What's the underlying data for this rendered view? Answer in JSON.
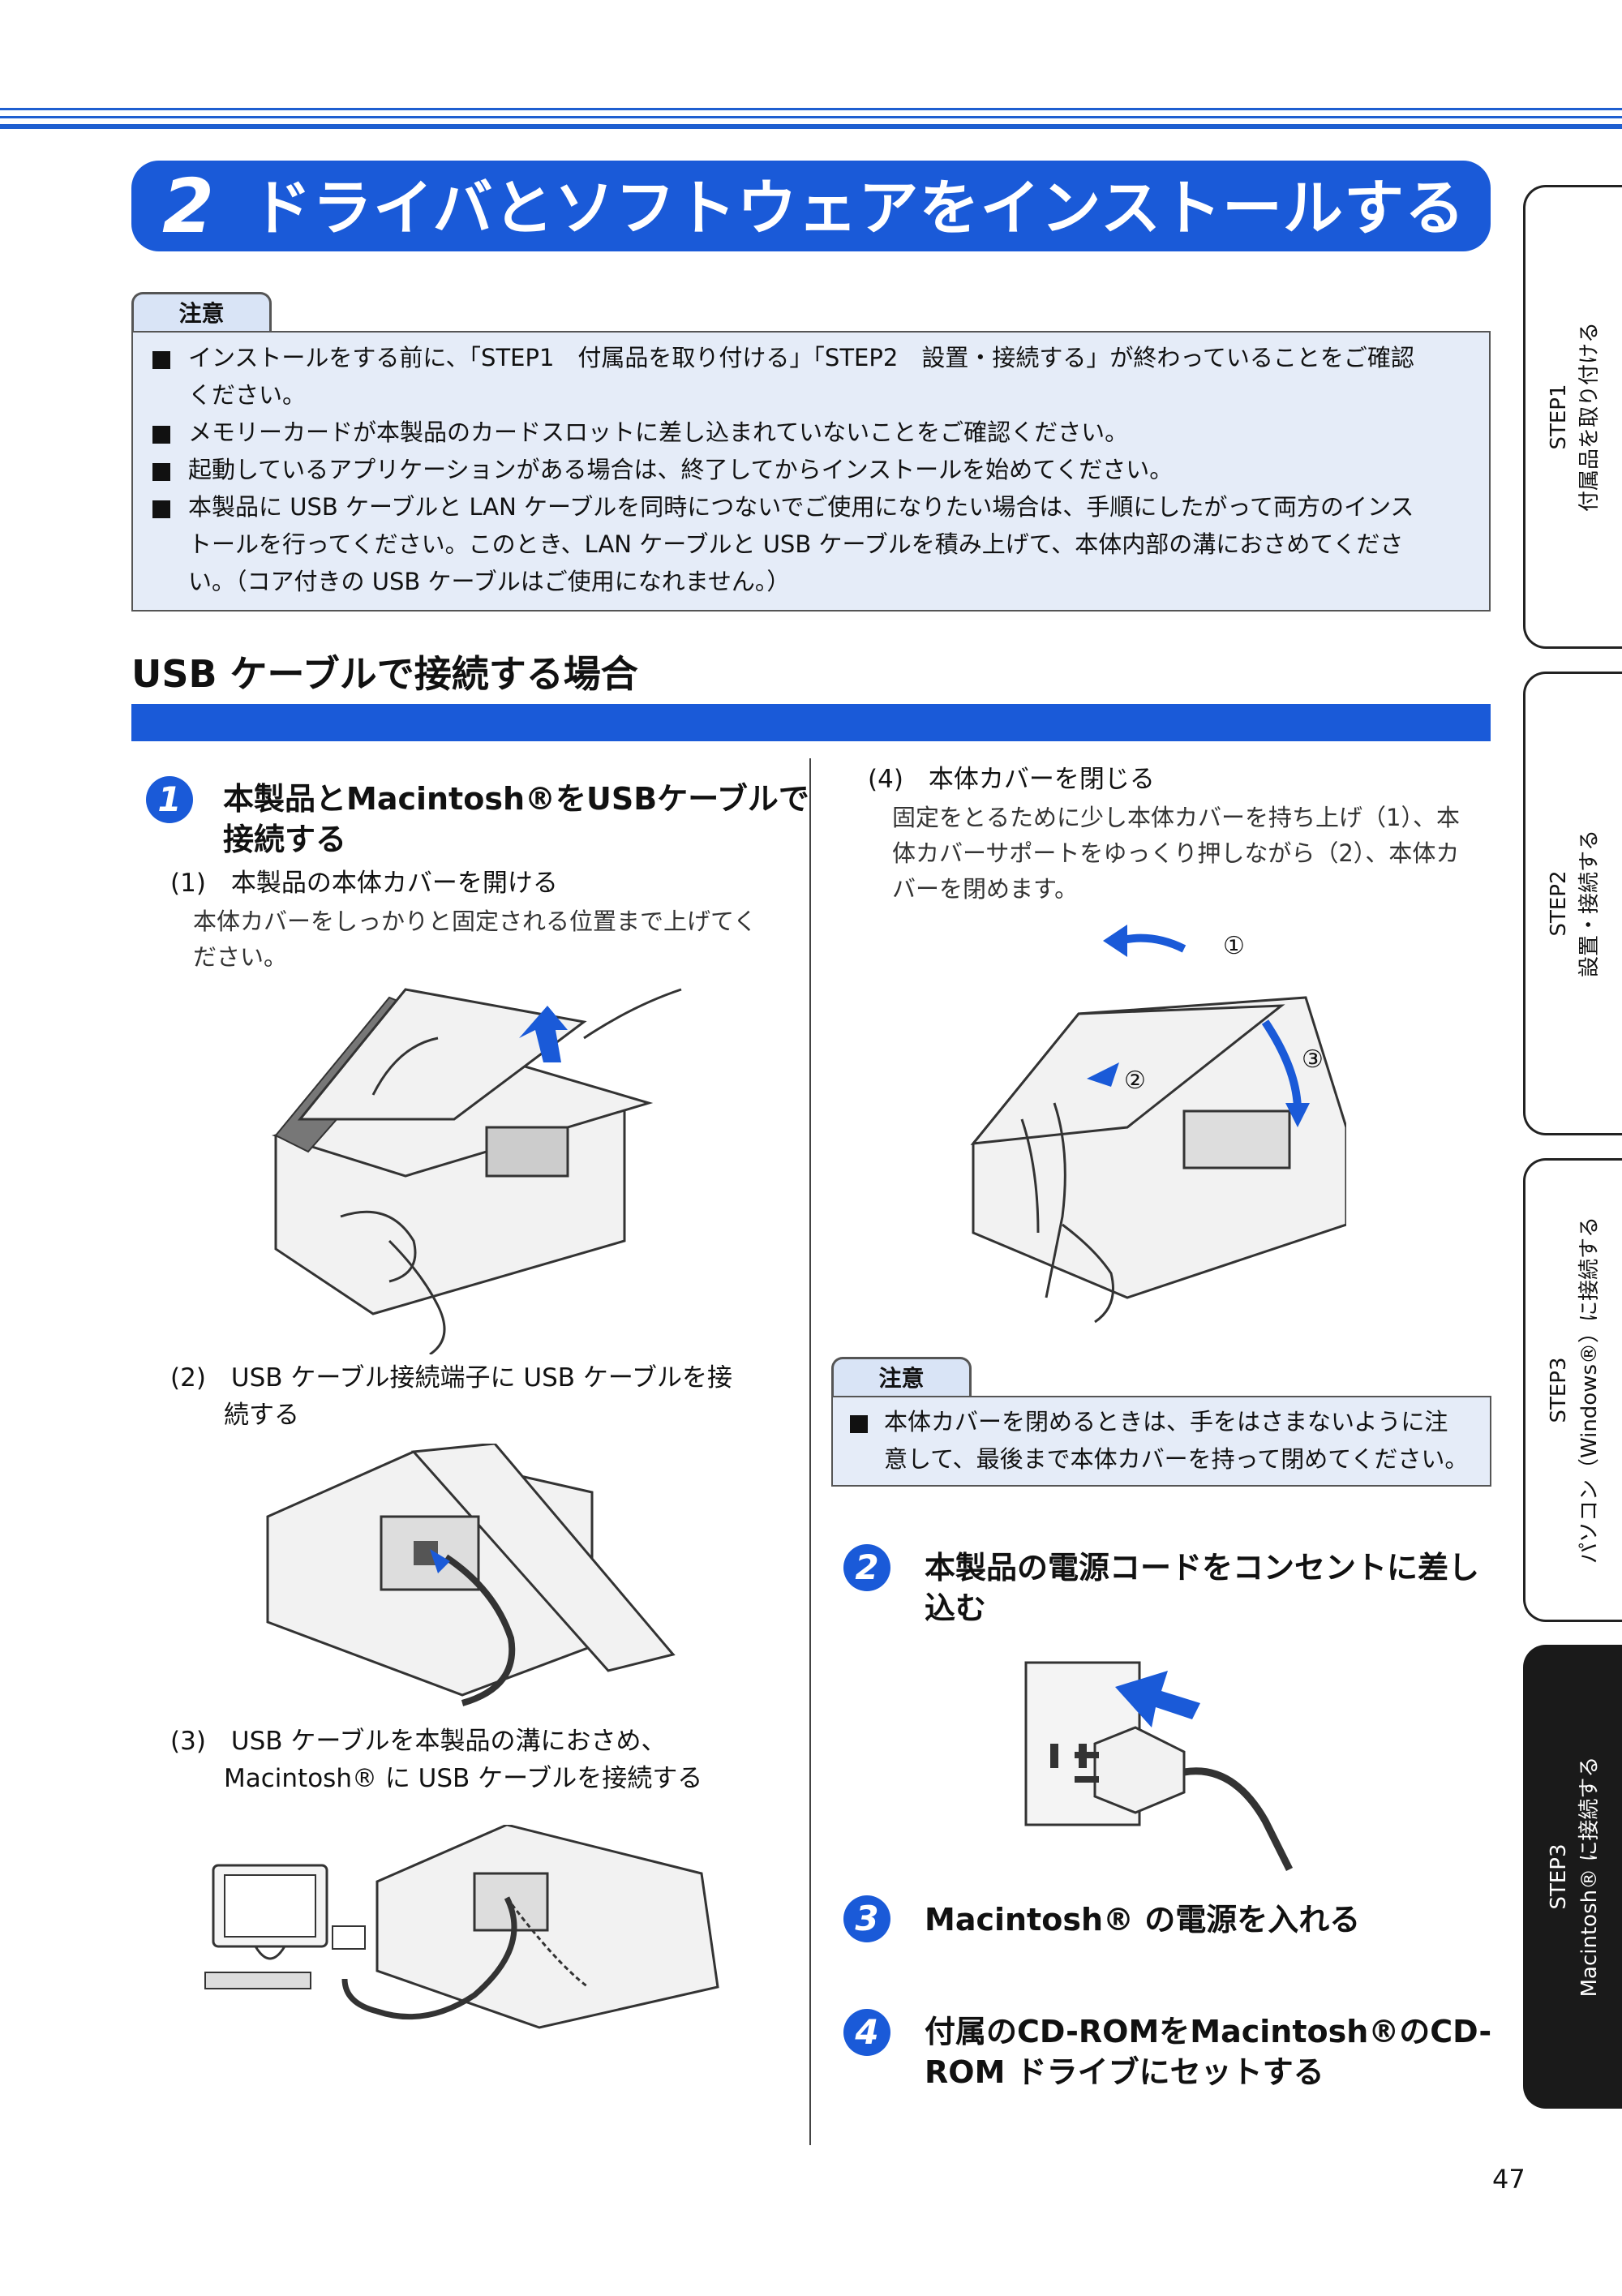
{
  "title": {
    "number": "2",
    "text": "ドライバとソフトウェアをインストールする"
  },
  "side_tabs": [
    {
      "line1": "STEP1",
      "line2": "付属品を取り付ける"
    },
    {
      "line1": "STEP2",
      "line2": "設置・接続する"
    },
    {
      "line1": "STEP3",
      "line2": "パソコン（Windows®）に接続する"
    },
    {
      "line1": "STEP3",
      "line2": "Macintosh® に接続する"
    }
  ],
  "caution_top": {
    "label": "注意",
    "items": [
      [
        "インストールをする前に、「STEP1　付属品を取り付ける」「STEP2　設置・接続する」が終わっていることをご確認",
        "ください。"
      ],
      [
        "メモリーカードが本製品のカードスロットに差し込まれていないことをご確認ください。"
      ],
      [
        "起動しているアプリケーションがある場合は、終了してからインストールを始めてください。"
      ],
      [
        "本製品に USB ケーブルと LAN ケーブルを同時につないでご使用になりたい場合は、手順にしたがって両方のインス",
        "トールを行ってください。このとき、LAN ケーブルと USB ケーブルを積み上げて、本体内部の溝におさめてくださ",
        "い。（コア付きの USB ケーブルはご使用になれません。）"
      ]
    ]
  },
  "usb_heading": "USB ケーブルで接続する場合",
  "step1": {
    "number": "1",
    "title_line1": "本製品とMacintosh®をUSBケーブルで",
    "title_line2": "接続する",
    "sub1": {
      "label": "(1)　本製品の本体カバーを開ける",
      "text1": "本体カバーをしっかりと固定される位置まで上げてく",
      "text2": "ださい。"
    },
    "sub2": {
      "line1": "(2)　USB ケーブル接続端子に USB ケーブルを接",
      "line2": "続する"
    },
    "sub3": {
      "line1": "(3)　USB ケーブルを本製品の溝におさめ、",
      "line2": "Macintosh® に USB ケーブルを接続する"
    },
    "sub4": {
      "label": "(4)　本体カバーを閉じる",
      "text1": "固定をとるために少し本体カバーを持ち上げ（1）、本",
      "text2": "体カバーサポートをゆっくり押しながら（2）、本体カ",
      "text3": "バーを閉めます。"
    }
  },
  "illustration_marks": [
    "①",
    "②",
    "③"
  ],
  "caution_mid": {
    "label": "注意",
    "line1": "本体カバーを閉めるときは、手をはさまないように注",
    "line2": "意して、最後まで本体カバーを持って閉めてください。"
  },
  "step2": {
    "number": "2",
    "line1": "本製品の電源コードをコンセントに差し",
    "line2": "込む"
  },
  "step3": {
    "number": "3",
    "line1": "Macintosh® の電源を入れる"
  },
  "step4": {
    "number": "4",
    "line1": "付属のCD-ROMをMacintosh®のCD-",
    "line2": "ROM ドライブにセットする"
  },
  "page_number": "47"
}
